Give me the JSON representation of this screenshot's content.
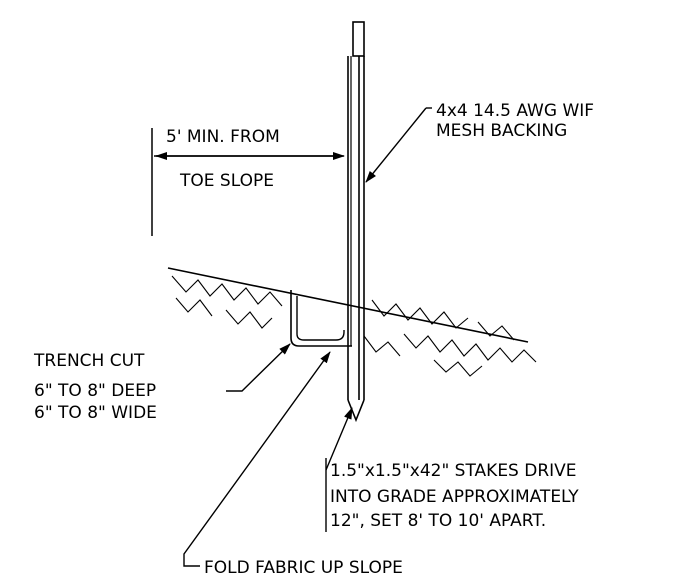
{
  "labels": {
    "mesh_line1": "4x4 14.5 AWG WIF",
    "mesh_line2": "MESH BACKING",
    "distance_line1": "5' MIN. FROM",
    "distance_line2": "TOE SLOPE",
    "trench_line1": "TRENCH CUT",
    "trench_line2": "6\" TO 8\" DEEP",
    "trench_line3": "6\" TO 8\" WIDE",
    "stakes_line1": "1.5\"x1.5\"x42\" STAKES DRIVE",
    "stakes_line2": "INTO GRADE APPROXIMATELY",
    "stakes_line3": "12\", SET 8' TO 10' APART.",
    "fold_label": "FOLD FABRIC UP SLOPE"
  },
  "colors": {
    "line": "#000000",
    "background": "#ffffff"
  }
}
